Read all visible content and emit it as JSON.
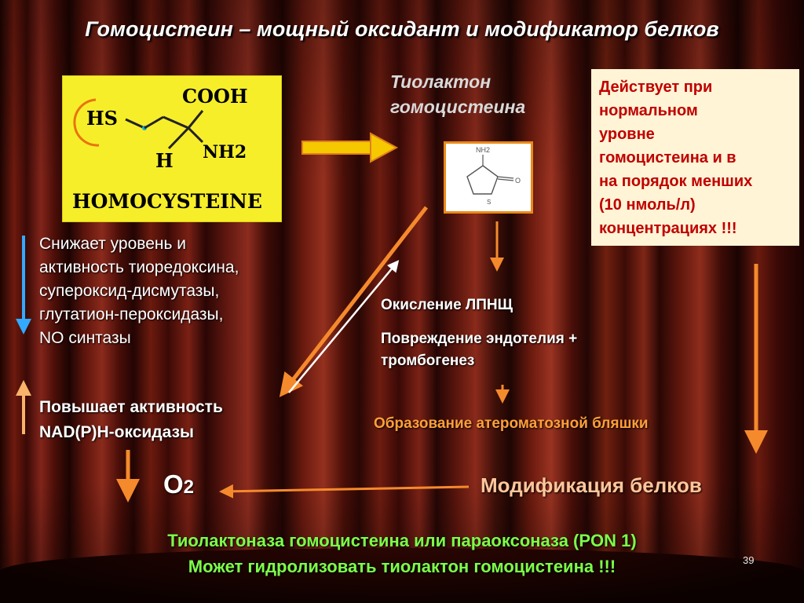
{
  "title": "Гомоцистеин – мощный оксидант и модификатор белков",
  "molecule": {
    "hs": "HS",
    "cooh": "COOH",
    "h": "H",
    "nh2": "NH2",
    "name": "HOMOCYSTEINE"
  },
  "thiolactone": {
    "line1": "Тиолактон",
    "line2": "гомоцистеина",
    "ring_nh2": "NH2",
    "ring_o": "O",
    "ring_s": "S"
  },
  "note": {
    "line1": "Действует при",
    "line2": "нормальном",
    "line3": "уровне",
    "line4": "гомоцистеина и в",
    "line5": "на порядок менших",
    "line6": "(10 нмоль/л)",
    "line7": "концентрациях !!!"
  },
  "reduces": {
    "line1": "Снижает уровень и",
    "line2": "активность тиоредоксина,",
    "line3": "супероксид-дисмутазы,",
    "line4": "глутатион-пероксидазы,",
    "line5": "NO синтазы"
  },
  "increases": {
    "line1": "Повышает активность",
    "line2": "NAD(P)H-оксидазы"
  },
  "oxidation": "Окисление ЛПНЩ",
  "damage": {
    "line1": "Повреждение эндотелия +",
    "line2": "тромбогенез"
  },
  "plaque": "Образование атероматозной бляшки",
  "o2": {
    "base": "O",
    "sub": "2"
  },
  "protein_mod": "Модификация белков",
  "bottom": {
    "line1": "Тиолактоназа гомоцистеина или параоксоназа (PON 1)",
    "line2": "Может гидролизовать тиолактон гомоцистеина !!!"
  },
  "page_number": "39",
  "colors": {
    "orange_arrow": "#f58a2c",
    "yellow_arrow": "#f5c800",
    "blue_arrow": "#33aaff",
    "green_text": "#7dff4a",
    "note_text": "#c00000"
  }
}
